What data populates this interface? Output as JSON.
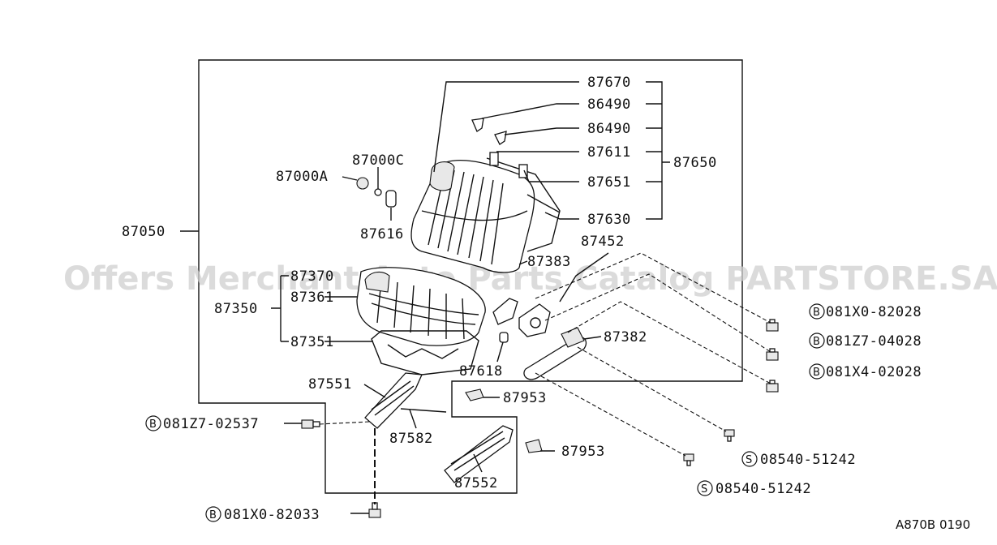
{
  "watermark": "Offers Merchant Auto Parts Catalog PARTSTORE.SA",
  "diagram_code": "A870B 0190",
  "labels": {
    "p87670": "87670",
    "p86490a": "86490",
    "p86490b": "86490",
    "p87611": "87611",
    "p87651": "87651",
    "p87630": "87630",
    "p87650": "87650",
    "p87000c": "87000C",
    "p87000a": "87000A",
    "p87616": "87616",
    "p87050": "87050",
    "p87452": "87452",
    "p87383": "87383",
    "p87370": "87370",
    "p87361": "87361",
    "p87350": "87350",
    "p87351": "87351",
    "p87382": "87382",
    "p87618": "87618",
    "p87551": "87551",
    "p87953a": "87953",
    "p87582": "87582",
    "p87953b": "87953",
    "p87552": "87552"
  },
  "fasteners": {
    "b1": {
      "prefix": "B",
      "code": "081X0-82028"
    },
    "b2": {
      "prefix": "B",
      "code": "081Z7-04028"
    },
    "b3": {
      "prefix": "B",
      "code": "081X4-02028"
    },
    "b4": {
      "prefix": "B",
      "code": "081Z7-02537"
    },
    "s1": {
      "prefix": "S",
      "code": "08540-51242"
    },
    "s2": {
      "prefix": "S",
      "code": "08540-51242"
    },
    "b5": {
      "prefix": "B",
      "code": "081X0-82033"
    }
  }
}
